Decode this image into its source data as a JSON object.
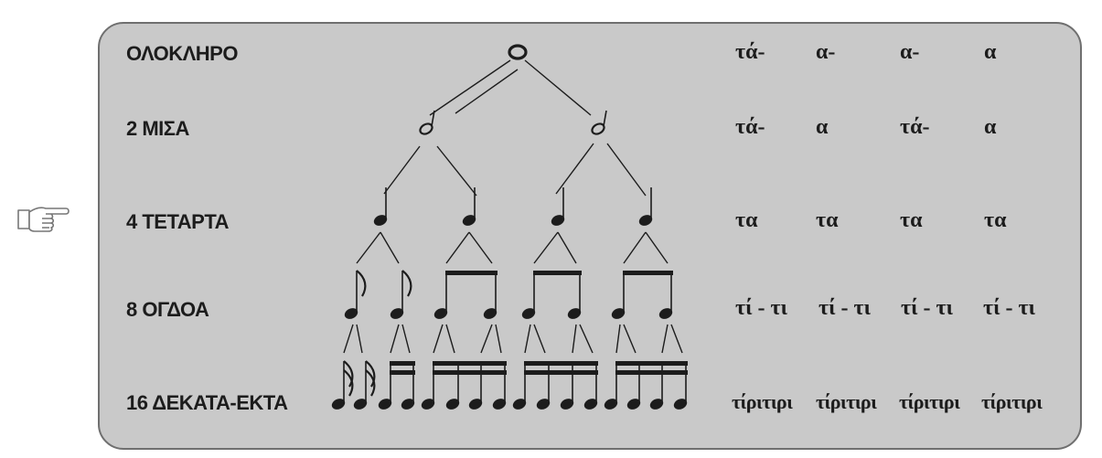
{
  "rows": [
    {
      "label": "ΟΛΟΚΛΗΡΟ",
      "syllables": [
        "τά-",
        "α-",
        "α-",
        "α"
      ]
    },
    {
      "label": "2 ΜΙΣΑ",
      "syllables": [
        "τά-",
        "α",
        "τά-",
        "α"
      ]
    },
    {
      "label": "4 ΤΕΤΑΡΤΑ",
      "syllables": [
        "τα",
        "τα",
        "τα",
        "τα"
      ]
    },
    {
      "label": "8 ΟΓΔΟΑ",
      "syllables": [
        "τί - τι",
        "τί - τι",
        "τί - τι",
        "τί - τι"
      ]
    },
    {
      "label": "16 ΔΕΚΑΤΑ-ΕΚΤΑ",
      "syllables": [
        "τίριτιρι",
        "τίριτιρι",
        "τίριτιρι",
        "τίριτιρι"
      ]
    }
  ],
  "icons": {
    "pointer": "pointing-hand-icon"
  },
  "colors": {
    "panel": "#c9c9c9",
    "border": "#6f6f6f",
    "ink": "#1c1c1c"
  }
}
